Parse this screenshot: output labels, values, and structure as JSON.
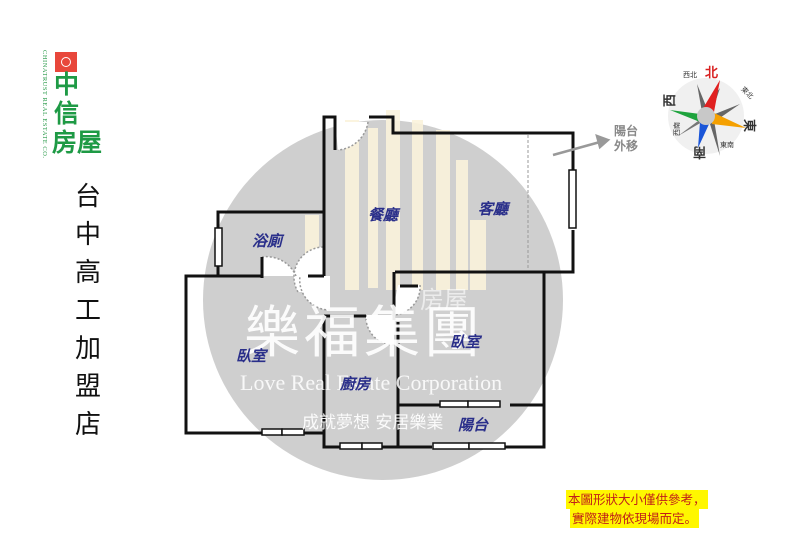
{
  "logo": {
    "brand_cn": [
      "中",
      "信",
      "房屋"
    ],
    "brand_en_vertical": "CHINATRUST REAL ESTATE CO.",
    "mark_color": "#e8473b",
    "text_color": "#1e9a45"
  },
  "branch_name": [
    "台",
    "中",
    "高",
    "工",
    "加",
    "盟",
    "店"
  ],
  "compass": {
    "N": "北",
    "NE": "東北",
    "E": "東",
    "SE": "東南",
    "S": "南",
    "SW": "西南",
    "W": "西",
    "NW": "西北"
  },
  "annotation": {
    "balcony_moved_line1": "陽台",
    "balcony_moved_line2": "外移"
  },
  "rooms": {
    "dining": "餐廳",
    "living": "客廳",
    "bath": "浴廁",
    "bedroom_left": "臥室",
    "kitchen": "廚房",
    "bedroom_right": "臥室",
    "balcony": "陽台"
  },
  "watermark": {
    "title_cn": "樂福集團",
    "small_cn": "房屋",
    "title_en": "Love Real Estate Corporation",
    "slogan": "成就夢想 安居樂業"
  },
  "disclaimer": {
    "line1": "本圖形狀大小僅供參考，",
    "line2": "實際建物依現場而定。"
  }
}
